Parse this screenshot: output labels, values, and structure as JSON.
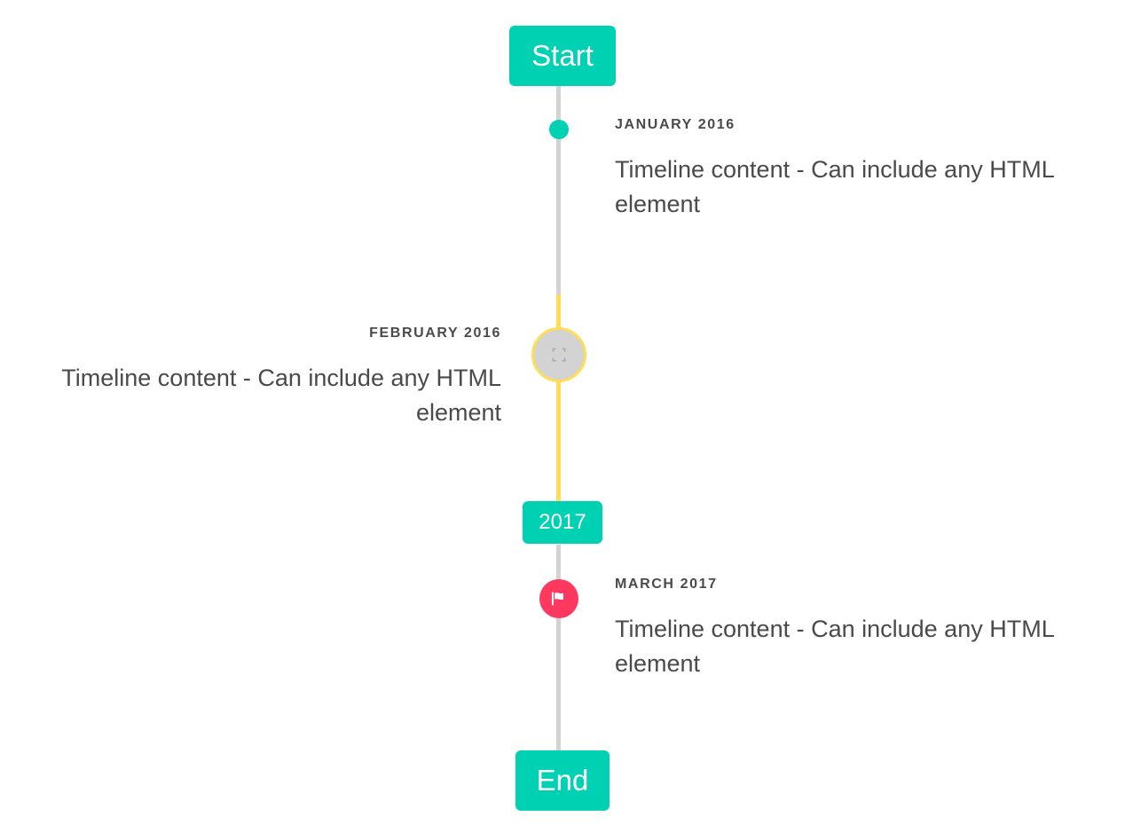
{
  "timeline": {
    "start_label": "Start",
    "end_label": "End",
    "year_marker_label": "2017",
    "colors": {
      "primary": "#00d1b2",
      "line": "#d3d3d3",
      "warning": "#ffdd57",
      "danger": "#ff3860",
      "text": "#4a4a4a"
    },
    "entries": [
      {
        "label": "JANUARY 2016",
        "content": "Timeline content - Can include any HTML element",
        "side": "right",
        "marker": "dot"
      },
      {
        "label": "FEBRUARY 2016",
        "content": "Timeline content - Can include any HTML element",
        "side": "left",
        "marker": "broken-image-icon"
      },
      {
        "label": "MARCH 2017",
        "content": "Timeline content - Can include any HTML element",
        "side": "right",
        "marker": "flag-icon"
      }
    ]
  }
}
